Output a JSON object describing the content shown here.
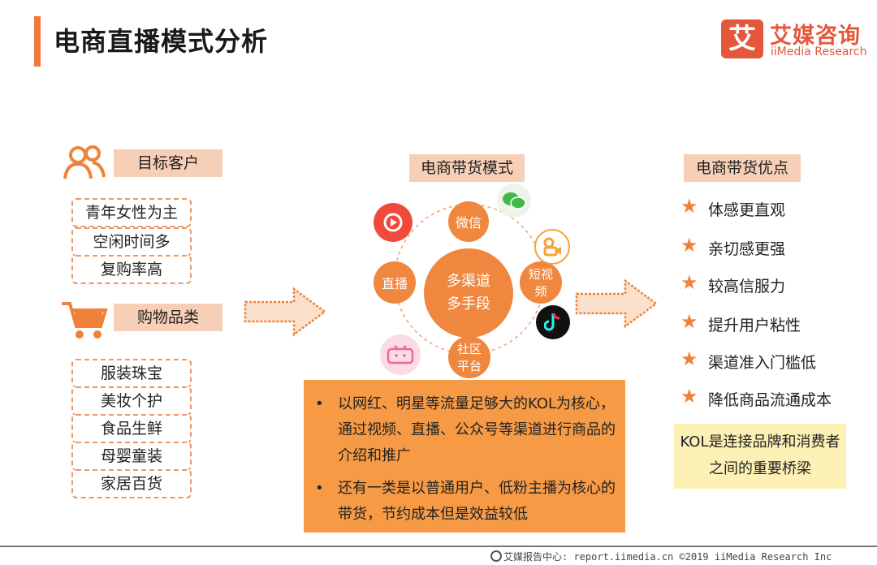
{
  "header": {
    "title": "电商直播模式分析",
    "logo_mark": "艾",
    "logo_cn": "艾媒咨询",
    "logo_en": "iiMedia Research"
  },
  "left": {
    "target_label": "目标客户",
    "target_items": [
      "青年女性为主",
      "空闲时间多",
      "复购率高"
    ],
    "category_label": "购物品类",
    "category_items": [
      "服装珠宝",
      "美妆个护",
      "食品生鲜",
      "母婴童装",
      "家居百货"
    ]
  },
  "center": {
    "label": "电商带货模式",
    "hub_line1": "多渠道",
    "hub_line2": "多手段",
    "channels": {
      "wechat": "微信",
      "live": "直播",
      "short_video": "短视频",
      "community": "社区平台"
    },
    "box_items": [
      "以网红、明星等流量足够大的KOL为核心，通过视频、直播、公众号等渠道进行商品的介绍和推广",
      "还有一类是以普通用户、低粉主播为核心的带货，节约成本但是效益较低"
    ]
  },
  "right": {
    "label": "电商带货优点",
    "advantages": [
      "体感更直观",
      "亲切感更强",
      "较高信服力",
      "提升用户粘性",
      "渠道准入门槛低",
      "降低商品流通成本"
    ],
    "kol_note": "KOL是连接品牌和消费者之间的重要桥梁"
  },
  "icons": {
    "target": "people-icon",
    "category": "shopping-cart-icon",
    "app_logos": [
      "taobao-live-logo",
      "wechat-logo",
      "kuaishou-logo",
      "douyin-logo",
      "bilibili-logo"
    ]
  },
  "colors": {
    "accent": "#f0783c",
    "bubble": "#f0873e",
    "label_bg": "#f7cfb6",
    "box_bg": "#f69a45",
    "kol_bg": "#fdf0b4"
  },
  "footer": {
    "text": "艾媒报告中心: report.iimedia.cn  ©2019  iiMedia Research  Inc"
  }
}
